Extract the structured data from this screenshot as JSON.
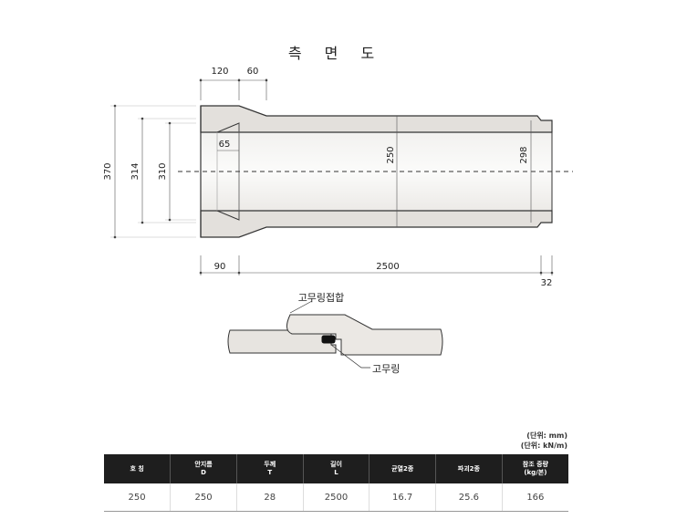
{
  "title": "측 면 도",
  "dimensions": {
    "d120": "120",
    "d60": "60",
    "d65": "65",
    "d370": "370",
    "d314": "314",
    "d310": "310",
    "d250": "250",
    "d298": "298",
    "d90": "90",
    "d2500": "2500",
    "d32": "32"
  },
  "joint": {
    "title": "고무링접합",
    "ring_label": "고무링"
  },
  "units": {
    "line1": "(단위: mm)",
    "line2": "(단위: kN/m)"
  },
  "table": {
    "headers": [
      {
        "line1": "호 칭",
        "line2": ""
      },
      {
        "line1": "안지름",
        "line2": "D"
      },
      {
        "line1": "두께",
        "line2": "T"
      },
      {
        "line1": "길이",
        "line2": "L"
      },
      {
        "line1": "균열2종",
        "line2": ""
      },
      {
        "line1": "파괴2종",
        "line2": ""
      },
      {
        "line1": "참조 중량",
        "line2": "(kg/본)"
      }
    ],
    "row": [
      "250",
      "250",
      "28",
      "2500",
      "16.7",
      "25.6",
      "166"
    ]
  },
  "colors": {
    "pipe_fill": "#e7e4e0",
    "pipe_stroke": "#333333",
    "ring": "#111111",
    "table_header": "#1e1e1e"
  }
}
